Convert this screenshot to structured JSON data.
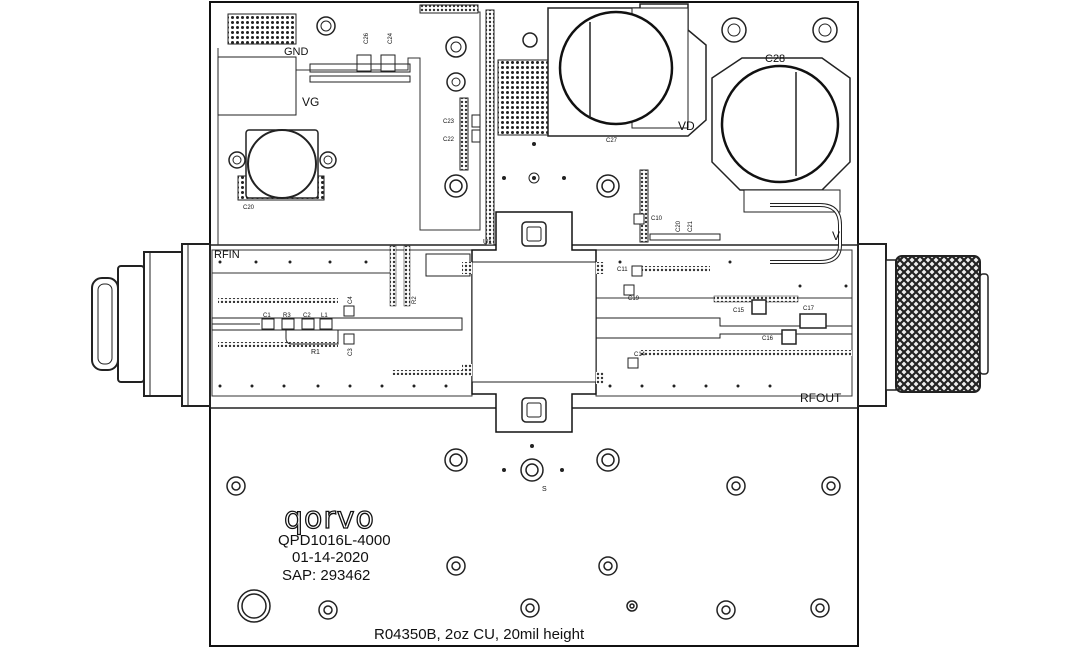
{
  "labels": {
    "gnd": "GND",
    "vg": "VG",
    "vd": "VD",
    "v": "V",
    "rfin": "RFIN",
    "rfout": "RFOUT",
    "u1": "U1",
    "s": "S"
  },
  "components": {
    "c20": "C20",
    "c22": "C22",
    "c23": "C23",
    "c26": "C26",
    "c24": "C24",
    "c27": "C27",
    "c28": "C28",
    "c10": "C10",
    "c20b": "C20",
    "c21": "C21",
    "c11": "C11",
    "c19": "C19",
    "c15": "C15",
    "c17": "C17",
    "c16": "C16",
    "c14": "C14",
    "c1": "C1",
    "r3": "R3",
    "c2": "C2",
    "l1": "L1",
    "r1": "R1",
    "c4": "C4",
    "c3": "C3",
    "r2": "R2"
  },
  "branding": {
    "logo": "qorvo",
    "part_number": "QPD1016L-4000",
    "date": "01-14-2020",
    "sap": "SAP: 293462",
    "material": "R04350B, 2oz CU, 20mil height"
  }
}
